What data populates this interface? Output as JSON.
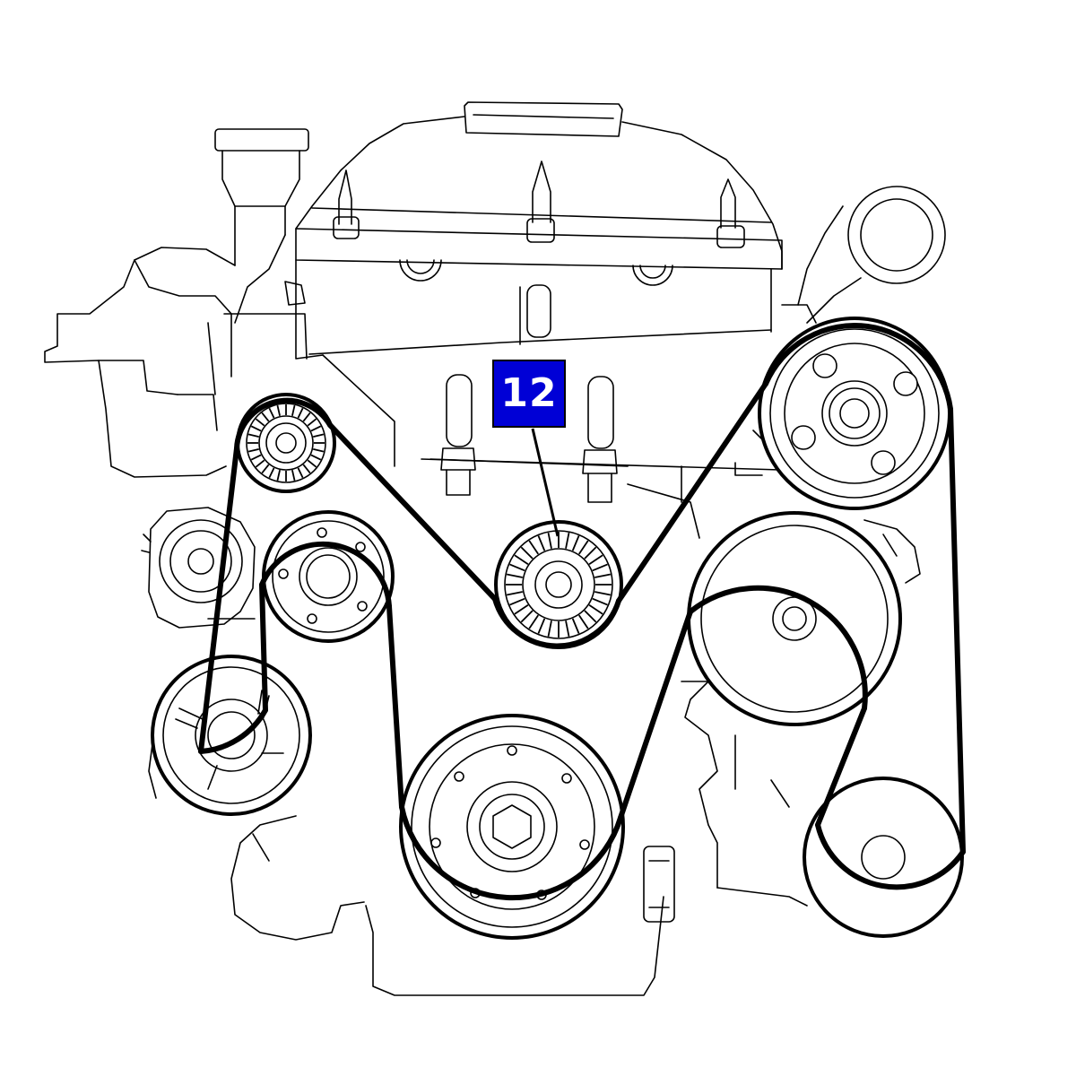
{
  "callout": {
    "label": "12",
    "background_color": "#0000d6",
    "text_color": "#ffffff"
  },
  "components": [
    "engine-outline",
    "drive-belt",
    "tensioner-pulley",
    "idler-pulley-upper-left",
    "alternator-pulley",
    "idler-pulley-left",
    "power-steering-pump-pulley",
    "crankshaft-pulley",
    "water-pump-pulley",
    "ac-compressor-pulley",
    "idler-pulley-lower-right"
  ]
}
